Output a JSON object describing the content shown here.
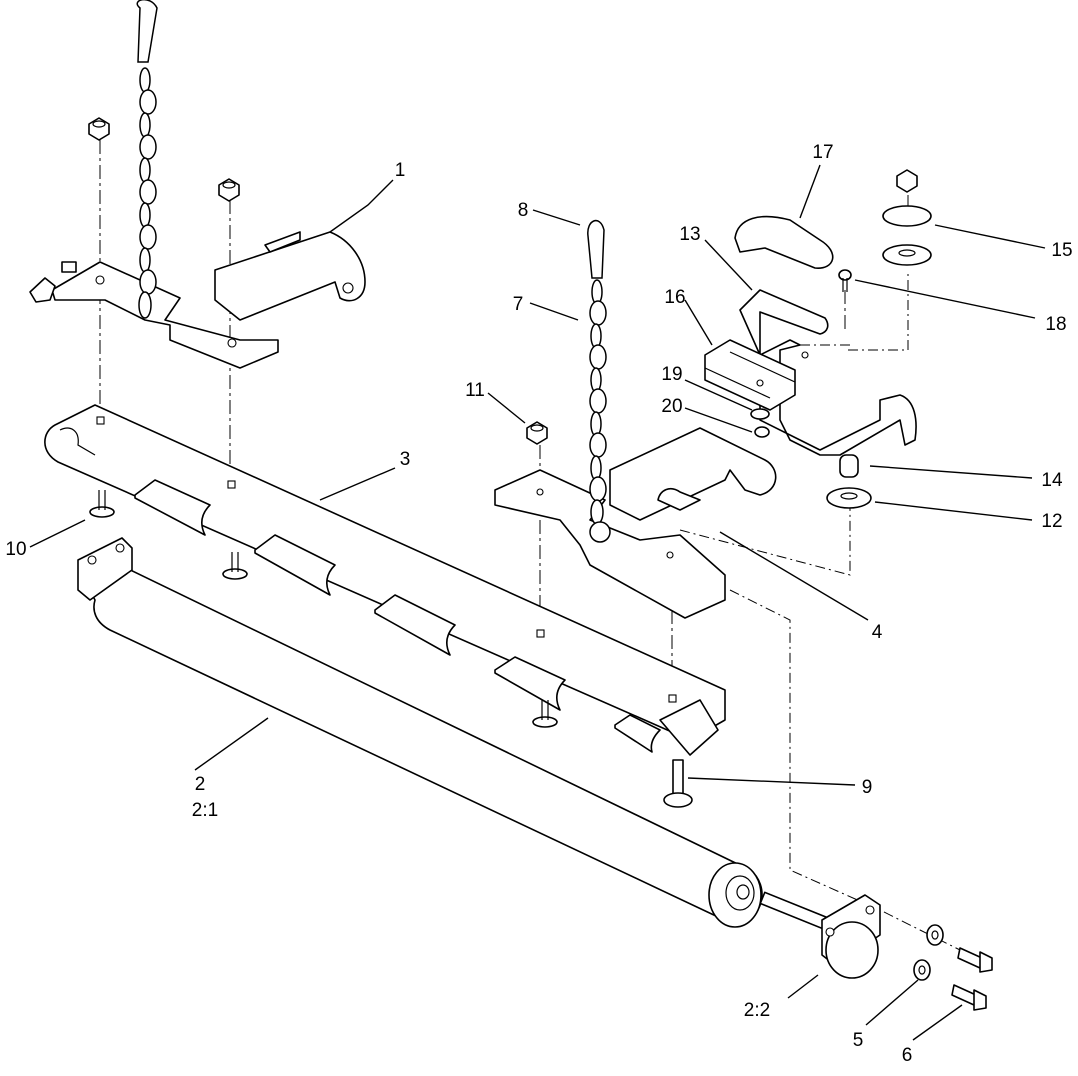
{
  "callouts": [
    {
      "id": "c1",
      "text": "1"
    },
    {
      "id": "c2",
      "text": "2"
    },
    {
      "id": "c2_1",
      "text": "2:1"
    },
    {
      "id": "c2_2",
      "text": "2:2"
    },
    {
      "id": "c3",
      "text": "3"
    },
    {
      "id": "c4",
      "text": "4"
    },
    {
      "id": "c5",
      "text": "5"
    },
    {
      "id": "c6",
      "text": "6"
    },
    {
      "id": "c7",
      "text": "7"
    },
    {
      "id": "c8",
      "text": "8"
    },
    {
      "id": "c9",
      "text": "9"
    },
    {
      "id": "c10",
      "text": "10"
    },
    {
      "id": "c11",
      "text": "11"
    },
    {
      "id": "c12",
      "text": "12"
    },
    {
      "id": "c13",
      "text": "13"
    },
    {
      "id": "c14",
      "text": "14"
    },
    {
      "id": "c15",
      "text": "15"
    },
    {
      "id": "c16",
      "text": "16"
    },
    {
      "id": "c17",
      "text": "17"
    },
    {
      "id": "c18",
      "text": "18"
    },
    {
      "id": "c19",
      "text": "19"
    },
    {
      "id": "c20",
      "text": "20"
    }
  ]
}
